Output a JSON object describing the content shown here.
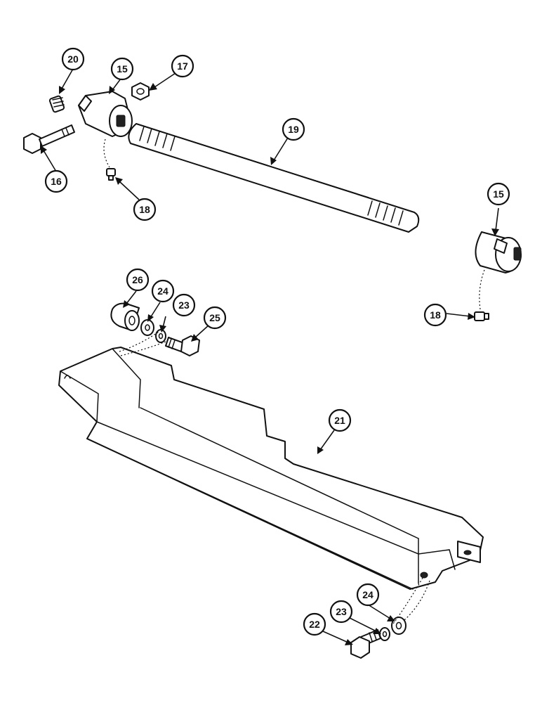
{
  "diagram": {
    "callouts": [
      {
        "id": "c20a",
        "label": "20"
      },
      {
        "id": "c15a",
        "label": "15"
      },
      {
        "id": "c17",
        "label": "17"
      },
      {
        "id": "c19",
        "label": "19"
      },
      {
        "id": "c16",
        "label": "16"
      },
      {
        "id": "c18a",
        "label": "18"
      },
      {
        "id": "c15b",
        "label": "15"
      },
      {
        "id": "c18b",
        "label": "18"
      },
      {
        "id": "c26",
        "label": "26"
      },
      {
        "id": "c24a",
        "label": "24"
      },
      {
        "id": "c23a",
        "label": "23"
      },
      {
        "id": "c25",
        "label": "25"
      },
      {
        "id": "c21",
        "label": "21"
      },
      {
        "id": "c24b",
        "label": "24"
      },
      {
        "id": "c23b",
        "label": "23"
      },
      {
        "id": "c22",
        "label": "22"
      }
    ]
  }
}
